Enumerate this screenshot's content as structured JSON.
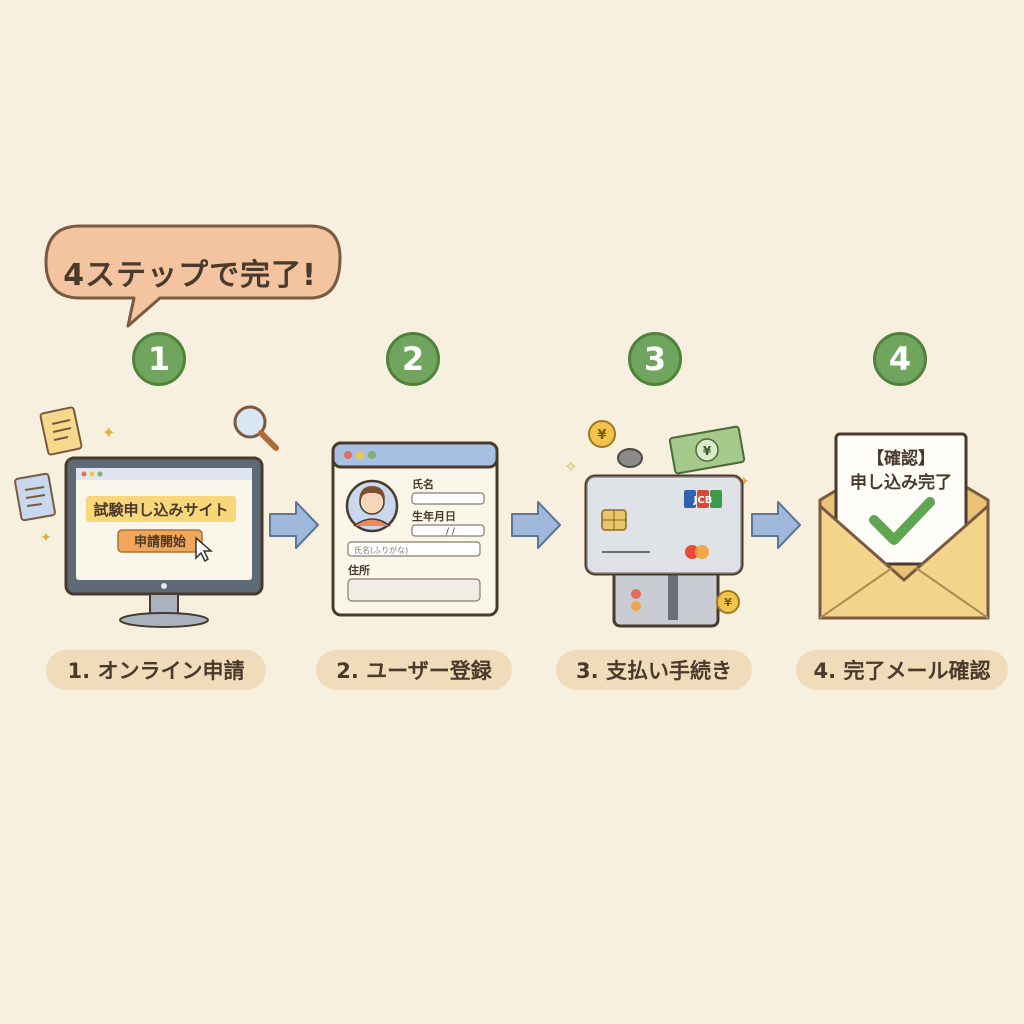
{
  "header": {
    "bubble_text": "4ステップで完了!"
  },
  "steps": [
    {
      "number": "1",
      "label": "1. オンライン申請",
      "screen_banner": "試験申し込みサイト",
      "screen_button": "申請開始"
    },
    {
      "number": "2",
      "label": "2. ユーザー登録",
      "form_name_label": "氏名",
      "form_birth_label": "生年月日",
      "form_birth_separators": "/ /",
      "form_kana_hint": "氏名(ふりがな)",
      "form_address_label": "住所"
    },
    {
      "number": "3",
      "label": "3. 支払い手続き",
      "card_brand": "JCB",
      "coin_symbol": "¥"
    },
    {
      "number": "4",
      "label": "4. 完了メール確認",
      "mail_title": "【確認】",
      "mail_body": "申し込み完了"
    }
  ],
  "colors": {
    "background": "#f8f0df",
    "step_badge": "#6fa55c",
    "label_pill": "#f0dcba",
    "bubble": "#f4c4a0",
    "arrow": "#9fb8dc",
    "envelope": "#f3d48b",
    "check": "#5fa552"
  }
}
